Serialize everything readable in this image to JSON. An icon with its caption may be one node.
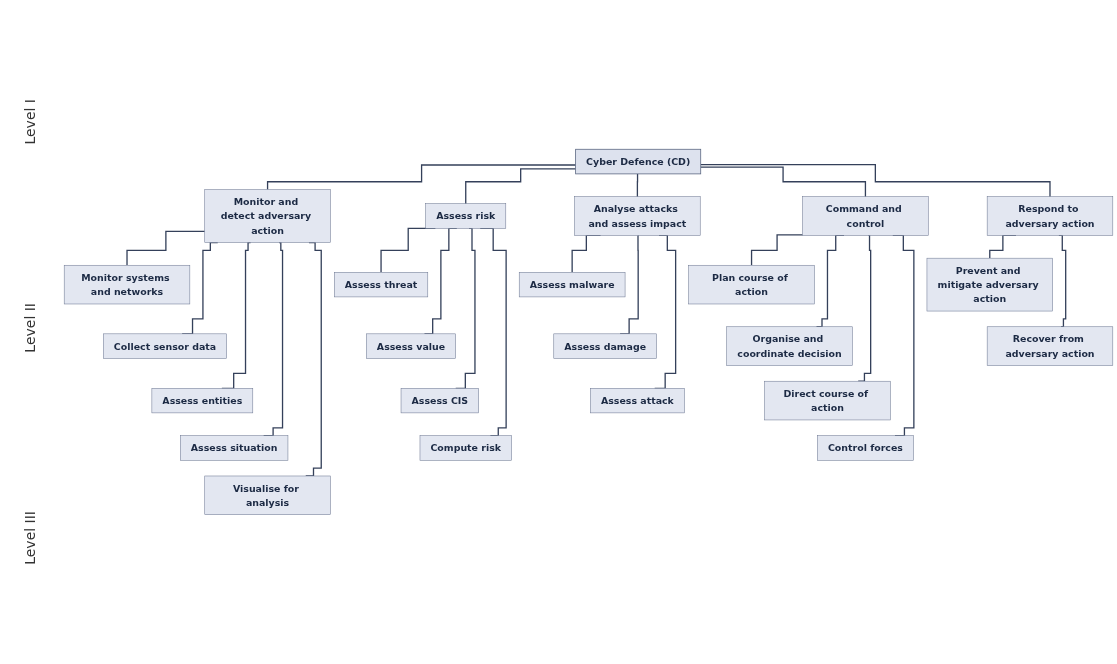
{
  "diagram": {
    "nodes": [
      {
        "text": [
          "Cyber Defence (CD)"
        ]
      },
      {
        "text": [
          "Monitor and detect adversary action"
        ]
      },
      {
        "text": [
          "Assess risk"
        ]
      },
      {
        "text": [
          "Analyse attacks and assess impact"
        ]
      },
      {
        "text": [
          "Command and control"
        ]
      },
      {
        "text": [
          "Respond to adversary action"
        ]
      },
      {
        "text": [
          "Monitor systems and networks"
        ]
      },
      {
        "text": [
          "Collect sensor data"
        ]
      },
      {
        "text": [
          "Assess entities"
        ]
      },
      {
        "text": [
          "Assess situation"
        ]
      },
      {
        "text": [
          "Visualise for analysis"
        ]
      },
      {
        "text": [
          "Assess threat"
        ]
      },
      {
        "text": [
          "Assess value"
        ]
      },
      {
        "text": [
          "Assess CIS"
        ]
      },
      {
        "text": [
          "Compute risk"
        ]
      },
      {
        "text": [
          "Assess malware"
        ]
      },
      {
        "text": [
          "Assess damage"
        ]
      },
      {
        "text": [
          "Assess attack"
        ]
      },
      {
        "text": [
          "Plan course of action"
        ]
      },
      {
        "text": [
          "Organise and coordinate decision"
        ]
      },
      {
        "text": [
          "Direct course of action"
        ]
      },
      {
        "text": [
          "Control forces"
        ]
      },
      {
        "text": [
          "Prevent and mitigate adversary action"
        ]
      },
      {
        "text": [
          "Recover from adversary action"
        ]
      }
    ],
    "edges": [
      {
        "from": 0,
        "to": 1,
        "arrow": "none"
      },
      {
        "from": 0,
        "to": 2,
        "arrow": "none"
      },
      {
        "from": 0,
        "to": 3,
        "arrow": "none"
      },
      {
        "from": 0,
        "to": 4,
        "arrow": "none"
      },
      {
        "from": 0,
        "to": 5,
        "arrow": "none"
      },
      {
        "from": 1,
        "to": 6,
        "arrow": "none"
      },
      {
        "from": 1,
        "to": 7,
        "arrow": "none"
      },
      {
        "from": 1,
        "to": 8,
        "arrow": "none"
      },
      {
        "from": 1,
        "to": 9,
        "arrow": "none"
      },
      {
        "from": 1,
        "to": 10,
        "arrow": "none"
      },
      {
        "from": 2,
        "to": 11,
        "arrow": "none"
      },
      {
        "from": 2,
        "to": 12,
        "arrow": "none"
      },
      {
        "from": 2,
        "to": 13,
        "arrow": "none"
      },
      {
        "from": 2,
        "to": 14,
        "arrow": "none"
      },
      {
        "from": 3,
        "to": 15,
        "arrow": "none"
      },
      {
        "from": 3,
        "to": 16,
        "arrow": "none"
      },
      {
        "from": 3,
        "to": 17,
        "arrow": "none"
      },
      {
        "from": 4,
        "to": 18,
        "arrow": "none"
      },
      {
        "from": 4,
        "to": 19,
        "arrow": "none"
      },
      {
        "from": 4,
        "to": 20,
        "arrow": "none"
      },
      {
        "from": 4,
        "to": 21,
        "arrow": "none"
      },
      {
        "from": 5,
        "to": 22,
        "arrow": "none"
      },
      {
        "from": 5,
        "to": 23,
        "arrow": "none"
      }
    ],
    "labels": [
      "Level I",
      "Level II",
      "Level III"
    ]
  }
}
